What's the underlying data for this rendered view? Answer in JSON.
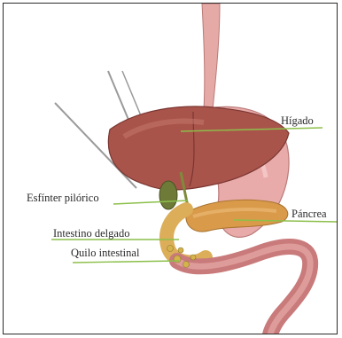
{
  "labels": {
    "higado": "Hígado",
    "esfinter": "Esfínter pilórico",
    "pancreas": "Páncrea",
    "intestino": "Intestino delgado",
    "quilo": "Quilo intestinal"
  },
  "colors": {
    "leader_line": "#8cbf4a",
    "liver": "#a8534a",
    "stomach": "#e3a2a2",
    "pancreas": "#d99a4a",
    "intestine": "#c97a7a",
    "gallbladder": "#6f7a3a"
  }
}
